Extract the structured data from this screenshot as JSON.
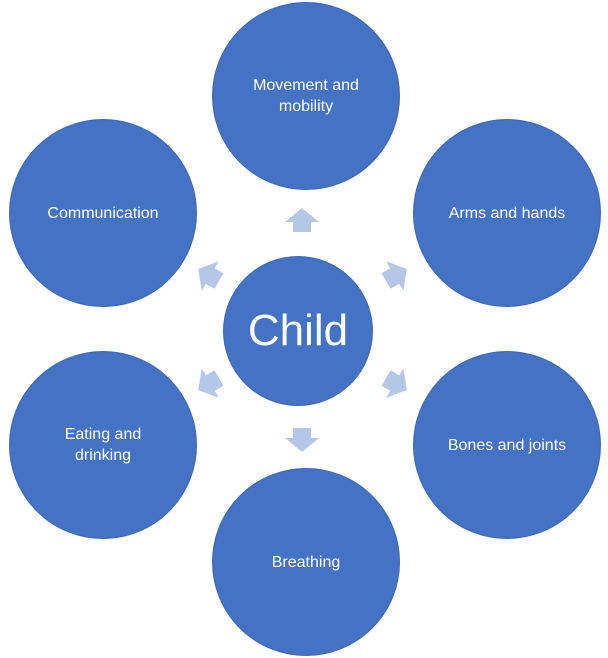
{
  "colors": {
    "node_fill": "#4472c4",
    "arrow_fill": "#b4c7e7"
  },
  "center": {
    "label": "Child"
  },
  "nodes": {
    "top": "Movement and mobility",
    "upper_right": "Arms and hands",
    "lower_right": "Bones and joints",
    "bottom": "Breathing",
    "lower_left": "Eating and drinking",
    "upper_left": "Communication"
  }
}
